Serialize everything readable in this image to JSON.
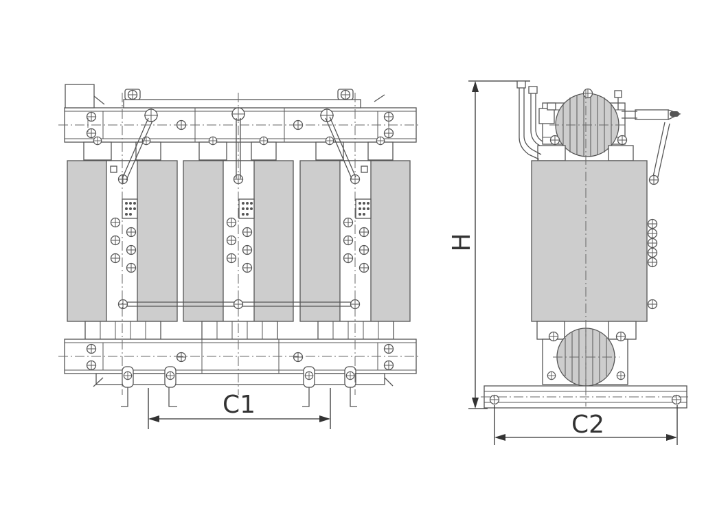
{
  "labels": {
    "c1": "C1",
    "c2": "C2",
    "h": "H"
  },
  "colors": {
    "line": "#555555",
    "coil_fill": "#cdcdcd",
    "background": "#ffffff"
  }
}
